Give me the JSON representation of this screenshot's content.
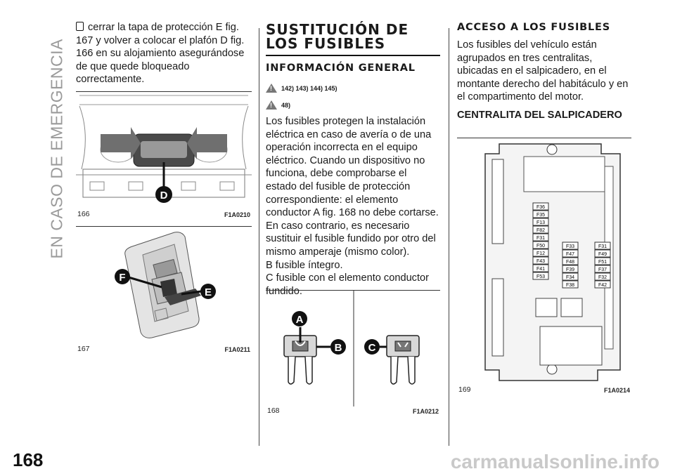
{
  "section_title": "EN CASO DE EMERGENCIA",
  "page_number": "168",
  "column1": {
    "text": "cerrar la tapa de protección E fig. 167 y volver a colocar el plafón D fig. 166 en su alojamiento asegurándose de que quede bloqueado correctamente.",
    "fig1": {
      "number": "166",
      "code": "F1A0210",
      "callout": "D"
    },
    "fig2": {
      "number": "167",
      "code": "F1A0211",
      "callout_f": "F",
      "callout_e": "E"
    }
  },
  "column2": {
    "title": "SUSTITUCIÓN DE LOS FUSIBLES",
    "subtitle": "INFORMACIÓN GENERAL",
    "warning1": "142) 143) 144) 145)",
    "warning2": "48)",
    "paragraph": "Los fusibles protegen la instalación eléctrica en caso de avería o de una operación incorrecta en el equipo eléctrico. Cuando un dispositivo no funciona, debe comprobarse el estado del fusible de protección correspondiente: el elemento conductor A fig. 168 no debe cortarse. En caso contrario, es necesario sustituir el fusible fundido por otro del mismo amperaje (mismo color).",
    "line_b": "B fusible íntegro.",
    "line_c": "C fusible con el elemento conductor fundido.",
    "fig": {
      "number": "168",
      "code": "F1A0212",
      "callout_a": "A",
      "callout_b": "B",
      "callout_c": "C"
    }
  },
  "column3": {
    "title": "ACCESO A LOS FUSIBLES",
    "paragraph": "Los fusibles del vehículo están agrupados en tres centralitas, ubicadas en el salpicadero, en el montante derecho del habitáculo y en el compartimento del motor.",
    "subhead": "CENTRALITA DEL SALPICADERO",
    "fig": {
      "number": "169",
      "code": "F1A0214"
    },
    "fuses_left": [
      "F36",
      "F35",
      "F13",
      "F82",
      "F31",
      "F50",
      "F12",
      "F43",
      "F41",
      "F53"
    ],
    "fuses_mid": [
      "F33",
      "F47",
      "F48",
      "F39",
      "F34",
      "F38"
    ],
    "fuses_right": [
      "F31",
      "F49",
      "F51",
      "F37",
      "F32",
      "F42"
    ]
  },
  "watermark": "carmanualsonline.info",
  "colors": {
    "callout": "#111111",
    "arrow": "#6f6f6f",
    "sidebar_text": "#9a9a9a"
  }
}
